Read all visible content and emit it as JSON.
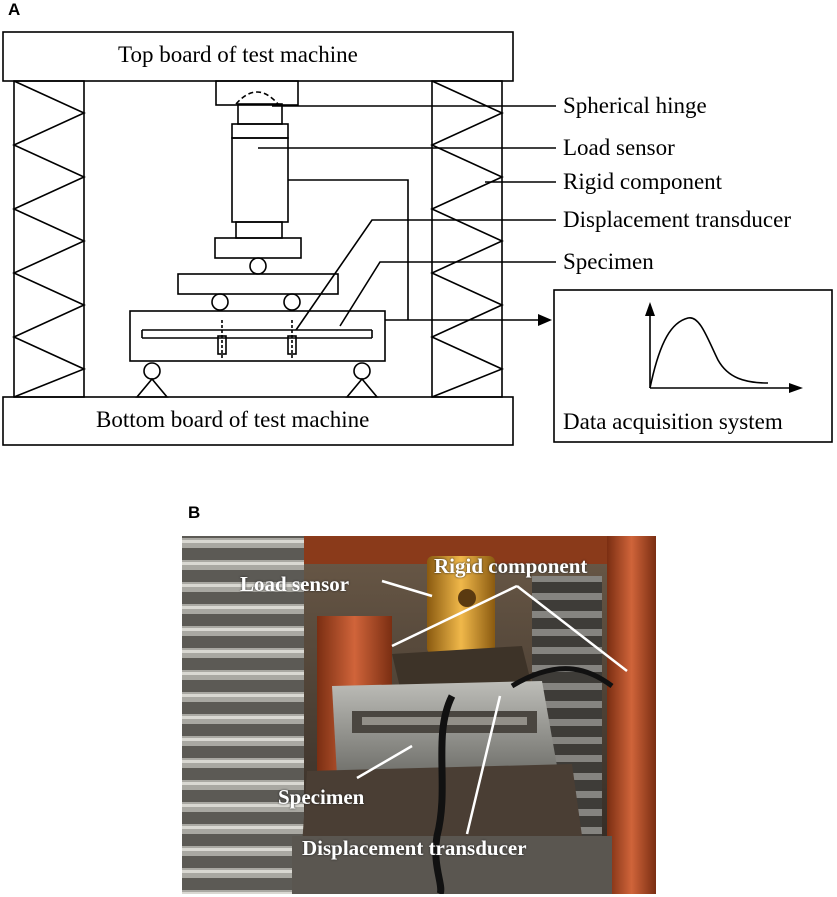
{
  "panel_a": {
    "label": "A",
    "top_board": "Top board of test machine",
    "bottom_board": "Bottom board of test machine",
    "callouts": {
      "spherical_hinge": "Spherical hinge",
      "load_sensor": "Load sensor",
      "rigid_component": "Rigid component",
      "displacement_transducer": "Displacement transducer",
      "specimen": "Specimen"
    },
    "data_acquisition": "Data acquisition system"
  },
  "panel_b": {
    "label": "B",
    "labels": {
      "load_sensor": "Load sensor",
      "rigid_component": "Rigid component",
      "specimen": "Specimen",
      "displacement_transducer": "Displacement transducer"
    }
  },
  "colors": {
    "line": "#000000",
    "steel": "#8a8a86",
    "rust": "#b8552b",
    "brass": "#d79a2a",
    "dark": "#2e2a24"
  }
}
